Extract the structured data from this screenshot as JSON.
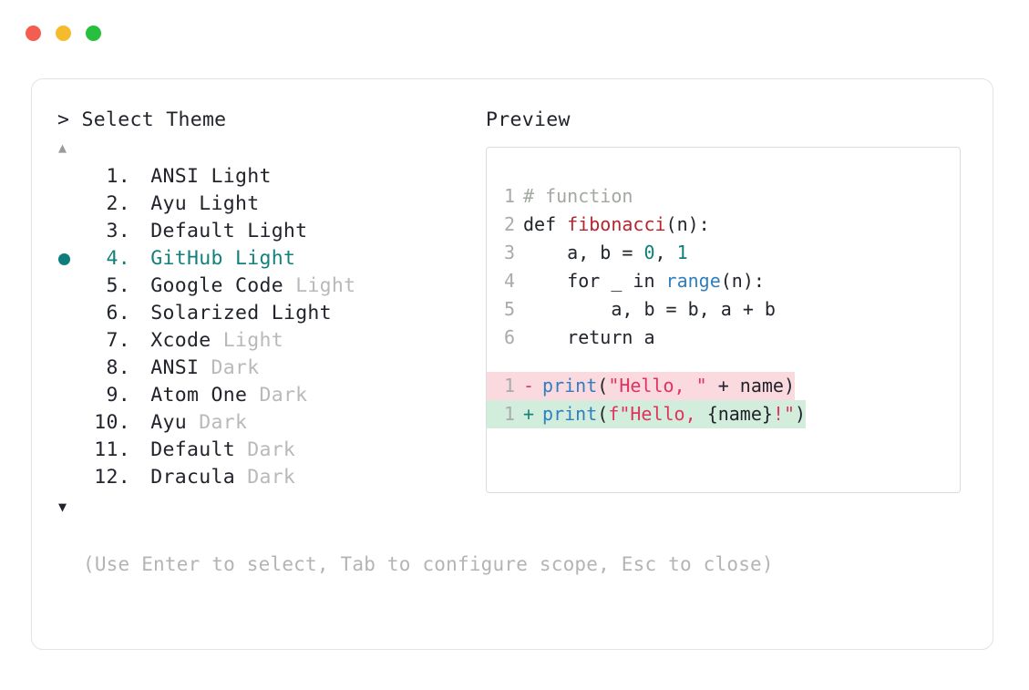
{
  "window": {
    "traffic_lights": [
      {
        "name": "close",
        "color": "#f45d52"
      },
      {
        "name": "minimize",
        "color": "#f6bb2c"
      },
      {
        "name": "maximize",
        "color": "#27c03e"
      }
    ]
  },
  "prompt": {
    "marker": ">",
    "title": "Select Theme"
  },
  "scroll": {
    "up": "▲",
    "down": "▼"
  },
  "themes": {
    "selected_index": 4,
    "items": [
      {
        "index": "1.",
        "name": "ANSI",
        "variant": "Light",
        "variant_muted": false
      },
      {
        "index": "2.",
        "name": "Ayu",
        "variant": "Light",
        "variant_muted": false
      },
      {
        "index": "3.",
        "name": "Default",
        "variant": "Light",
        "variant_muted": false
      },
      {
        "index": "4.",
        "name": "GitHub",
        "variant": "Light",
        "variant_muted": false
      },
      {
        "index": "5.",
        "name": "Google Code",
        "variant": "Light",
        "variant_muted": true
      },
      {
        "index": "6.",
        "name": "Solarized",
        "variant": "Light",
        "variant_muted": false
      },
      {
        "index": "7.",
        "name": "Xcode",
        "variant": "Light",
        "variant_muted": true
      },
      {
        "index": "8.",
        "name": "ANSI",
        "variant": "Dark",
        "variant_muted": true
      },
      {
        "index": "9.",
        "name": "Atom One",
        "variant": "Dark",
        "variant_muted": true
      },
      {
        "index": "10.",
        "name": "Ayu",
        "variant": "Dark",
        "variant_muted": true
      },
      {
        "index": "11.",
        "name": "Default",
        "variant": "Dark",
        "variant_muted": true
      },
      {
        "index": "12.",
        "name": "Dracula",
        "variant": "Dark",
        "variant_muted": true
      }
    ]
  },
  "preview": {
    "label": "Preview",
    "code_lines": [
      {
        "no": "1",
        "tokens": [
          {
            "t": "# function",
            "c": "comment"
          }
        ]
      },
      {
        "no": "2",
        "tokens": [
          {
            "t": "def ",
            "c": "kw"
          },
          {
            "t": "fibonacci",
            "c": "fn"
          },
          {
            "t": "(n):",
            "c": "plain"
          }
        ]
      },
      {
        "no": "3",
        "tokens": [
          {
            "t": "    a, b = ",
            "c": "plain"
          },
          {
            "t": "0",
            "c": "num"
          },
          {
            "t": ", ",
            "c": "plain"
          },
          {
            "t": "1",
            "c": "num"
          }
        ]
      },
      {
        "no": "4",
        "tokens": [
          {
            "t": "    for _ in ",
            "c": "plain"
          },
          {
            "t": "range",
            "c": "builtin"
          },
          {
            "t": "(n):",
            "c": "plain"
          }
        ]
      },
      {
        "no": "5",
        "tokens": [
          {
            "t": "        a, b = b, a + b",
            "c": "plain"
          }
        ]
      },
      {
        "no": "6",
        "tokens": [
          {
            "t": "    return a",
            "c": "plain"
          }
        ]
      }
    ],
    "diff_lines": [
      {
        "no": "1",
        "sign": "-",
        "kind": "del",
        "tokens": [
          {
            "t": "print",
            "c": "builtin"
          },
          {
            "t": "(",
            "c": "plain"
          },
          {
            "t": "\"Hello, \"",
            "c": "str"
          },
          {
            "t": " + name)",
            "c": "plain"
          }
        ]
      },
      {
        "no": "1",
        "sign": "+",
        "kind": "add",
        "tokens": [
          {
            "t": "print",
            "c": "builtin"
          },
          {
            "t": "(",
            "c": "plain"
          },
          {
            "t": "f\"Hello, ",
            "c": "str"
          },
          {
            "t": "{name}",
            "c": "plain"
          },
          {
            "t": "!\"",
            "c": "str"
          },
          {
            "t": ")",
            "c": "plain"
          }
        ]
      }
    ]
  },
  "footer": {
    "hint": "(Use Enter to select, Tab to configure scope, Esc to close)"
  },
  "colors": {
    "accent_teal": "#12807c",
    "diff_del_bg": "#fadadf",
    "diff_add_bg": "#d3eddd",
    "muted_text": "#b9b9b9",
    "body_text": "#21242b"
  }
}
